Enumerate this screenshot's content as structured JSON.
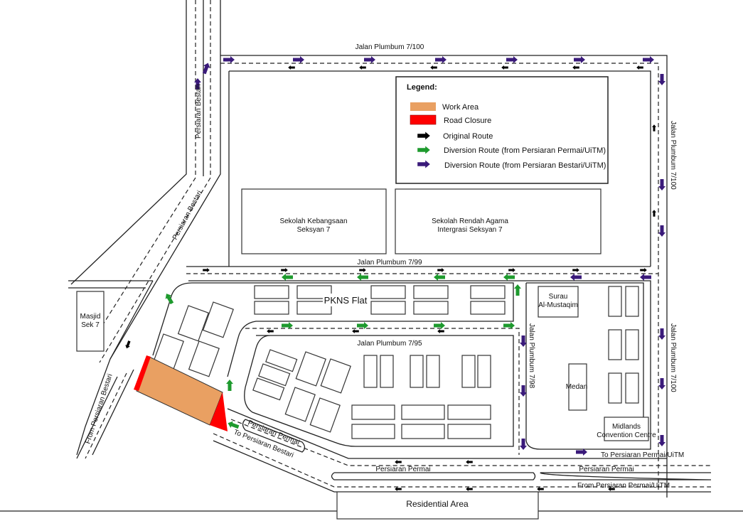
{
  "map": {
    "roads": {
      "top": "Jalan Plumbum 7/100",
      "right_upper": "Jalan Plumbum 7/100",
      "right_lower": "Jalan Plumbum 7/100",
      "middle": "Jalan Plumbum 7/99",
      "inner": "Jalan Plumbum 7/95",
      "vertical_inner": "Jalan Plumbum 7/98",
      "bestari_upper": "Persiaran Bestari",
      "bestari_mid": "Persiaran Bestari",
      "from_bestari": "From Persiaran Bestari",
      "permai_slip": "Persiaran Permai",
      "to_bestari": "To Persiaran Bestari",
      "permai_left": "Persiaran Permai",
      "permai_right": "Persiaran Permai",
      "to_permai": "To Persiaran Permai/UiTM",
      "from_permai": "From  Persiaran Permai/UiTM"
    },
    "places": {
      "school1_l1": "Sekolah Kebangsaan",
      "school1_l2": "Seksyan 7",
      "school2_l1": "Sekolah Rendah Agama",
      "school2_l2": "Intergrasi Seksyan 7",
      "masjid_l1": "Masjid",
      "masjid_l2": "Sek 7",
      "pkns": "PKNS Flat",
      "surau_l1": "Surau",
      "surau_l2": "Al-Mustaqim",
      "medan": "Medan",
      "midlands_l1": "Midlands",
      "midlands_l2": "Convention Centre",
      "residential": "Residential Area"
    }
  },
  "legend": {
    "title": "Legend:",
    "items": [
      {
        "label": "Work Area",
        "color": "#E9A062",
        "type": "box"
      },
      {
        "label": "Road Closure",
        "color": "#FF0000",
        "type": "box"
      },
      {
        "label": "Original Route",
        "color": "#000000",
        "type": "arrow"
      },
      {
        "label": "Diversion Route (from Persiaran Permai/UiTM)",
        "color": "#1E9A2E",
        "type": "arrow"
      },
      {
        "label": "Diversion Route (from Persiaran Bestari/UiTM)",
        "color": "#3A1A7A",
        "type": "arrow"
      }
    ]
  }
}
